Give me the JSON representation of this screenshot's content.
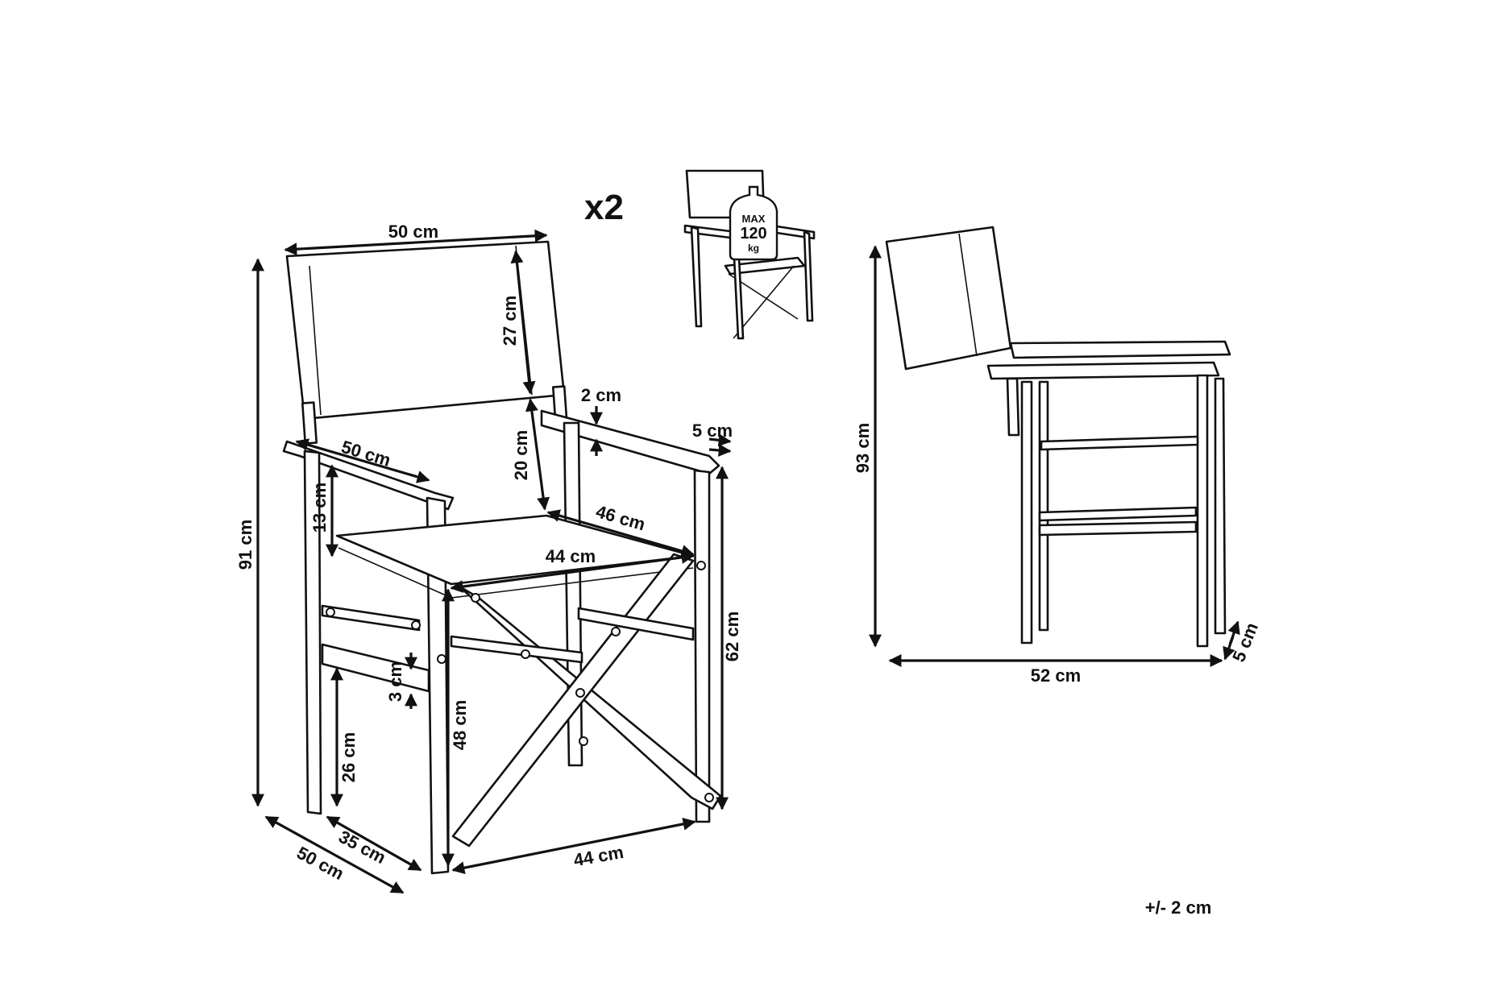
{
  "quantity_label": "x2",
  "load_badge": {
    "line1": "MAX",
    "line2": "120",
    "line3": "kg"
  },
  "dimensions": {
    "back_width": "50 cm",
    "back_height": "27 cm",
    "back_gap": "20 cm",
    "armrest_thickness": "2 cm",
    "armrest_width": "5 cm",
    "armrest_length": "50 cm",
    "seat_depth": "46 cm",
    "seat_width": "44 cm",
    "arm_to_seat": "13 cm",
    "total_height": "91 cm",
    "arm_height": "62 cm",
    "seat_height": "48 cm",
    "stretcher_thickness": "3 cm",
    "stretcher_height": "26 cm",
    "base_depth_inner": "35 cm",
    "base_depth_outer": "50 cm",
    "base_width": "44 cm",
    "folded_height": "93 cm",
    "folded_depth": "52 cm",
    "folded_thickness": "5 cm"
  },
  "tolerance": "+/- 2 cm"
}
